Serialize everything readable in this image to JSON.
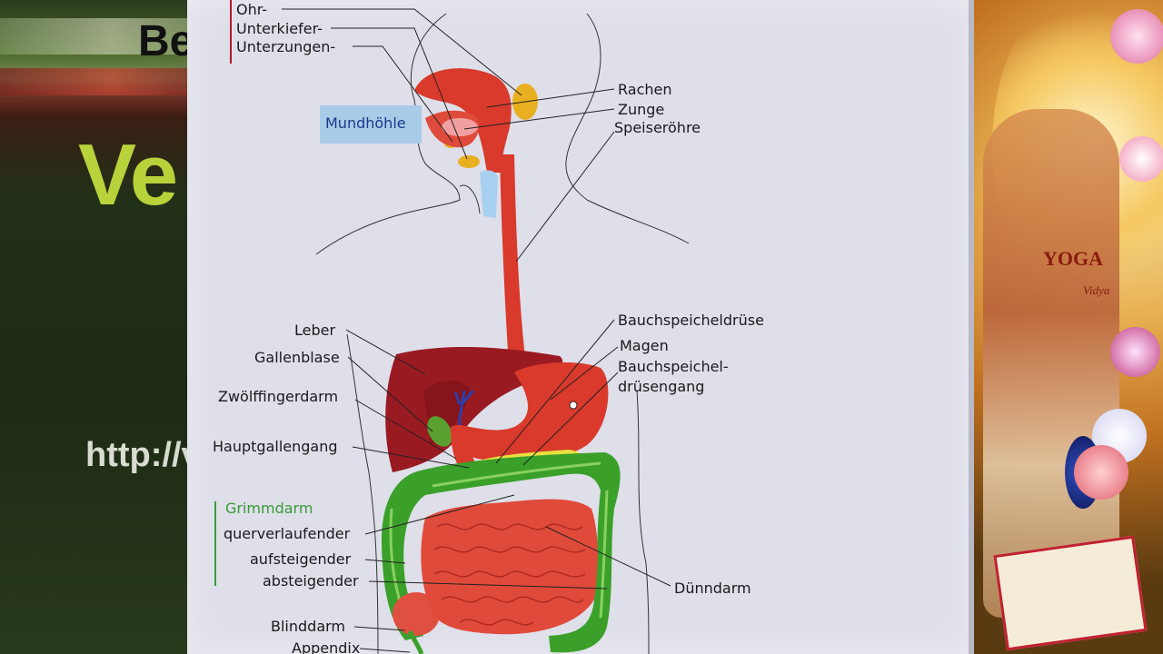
{
  "background": {
    "left_title_fragment": "Be",
    "left_big_fragment": "Ve",
    "left_url_fragment": "http://v",
    "right_logo_text": "YOGA",
    "right_logo_sub": "Vidya"
  },
  "diagram": {
    "labels": {
      "ohr": "Ohr-",
      "unterkiefer": "Unterkiefer-",
      "unterzungen": "Unterzungen-",
      "mundhoehle": "Mundhöhle",
      "rachen": "Rachen",
      "zunge": "Zunge",
      "speiseroehre": "Speiseröhre",
      "leber": "Leber",
      "gallenblase": "Gallenblase",
      "zwoelffingerdarm": "Zwölffingerdarm",
      "hauptgallengang": "Hauptgallengang",
      "grimmdarm": "Grimmdarm",
      "querverlaufender": "querverlaufender",
      "aufsteigender": "aufsteigender",
      "absteigender": "absteigender",
      "blinddarm": "Blinddarm",
      "appendix": "Appendix",
      "bauchspeicheldruese": "Bauchspeicheldrüse",
      "magen": "Magen",
      "bauchspeichel_1": "Bauchspeichel-",
      "bauchspeichel_2": "drüsengang",
      "duenndarm": "Dünndarm"
    },
    "colors": {
      "digestive_red": "#d93a2b",
      "liver": "#9a1a22",
      "colon_green": "#3aa02a",
      "gland_yellow": "#e8b020",
      "mundhoehle_box": "#a8cbe8",
      "mundhoehle_text": "#1a3a8a",
      "grimmdarm_text": "#3a9a3a",
      "bracket_red": "#b01a2a"
    }
  }
}
